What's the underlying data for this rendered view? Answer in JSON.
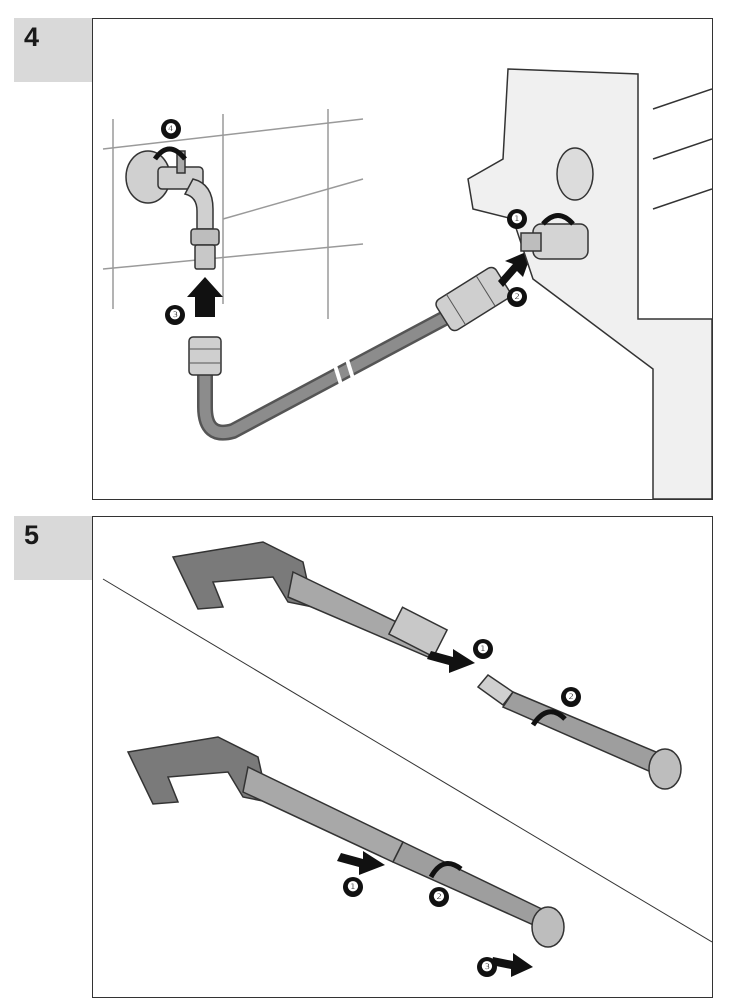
{
  "steps": [
    {
      "number": "4",
      "callouts": [
        "❶",
        "❷",
        "❸",
        "❹"
      ]
    },
    {
      "number": "5",
      "callouts": [
        "❶",
        "❷",
        "❶",
        "❷",
        "❸"
      ]
    }
  ]
}
